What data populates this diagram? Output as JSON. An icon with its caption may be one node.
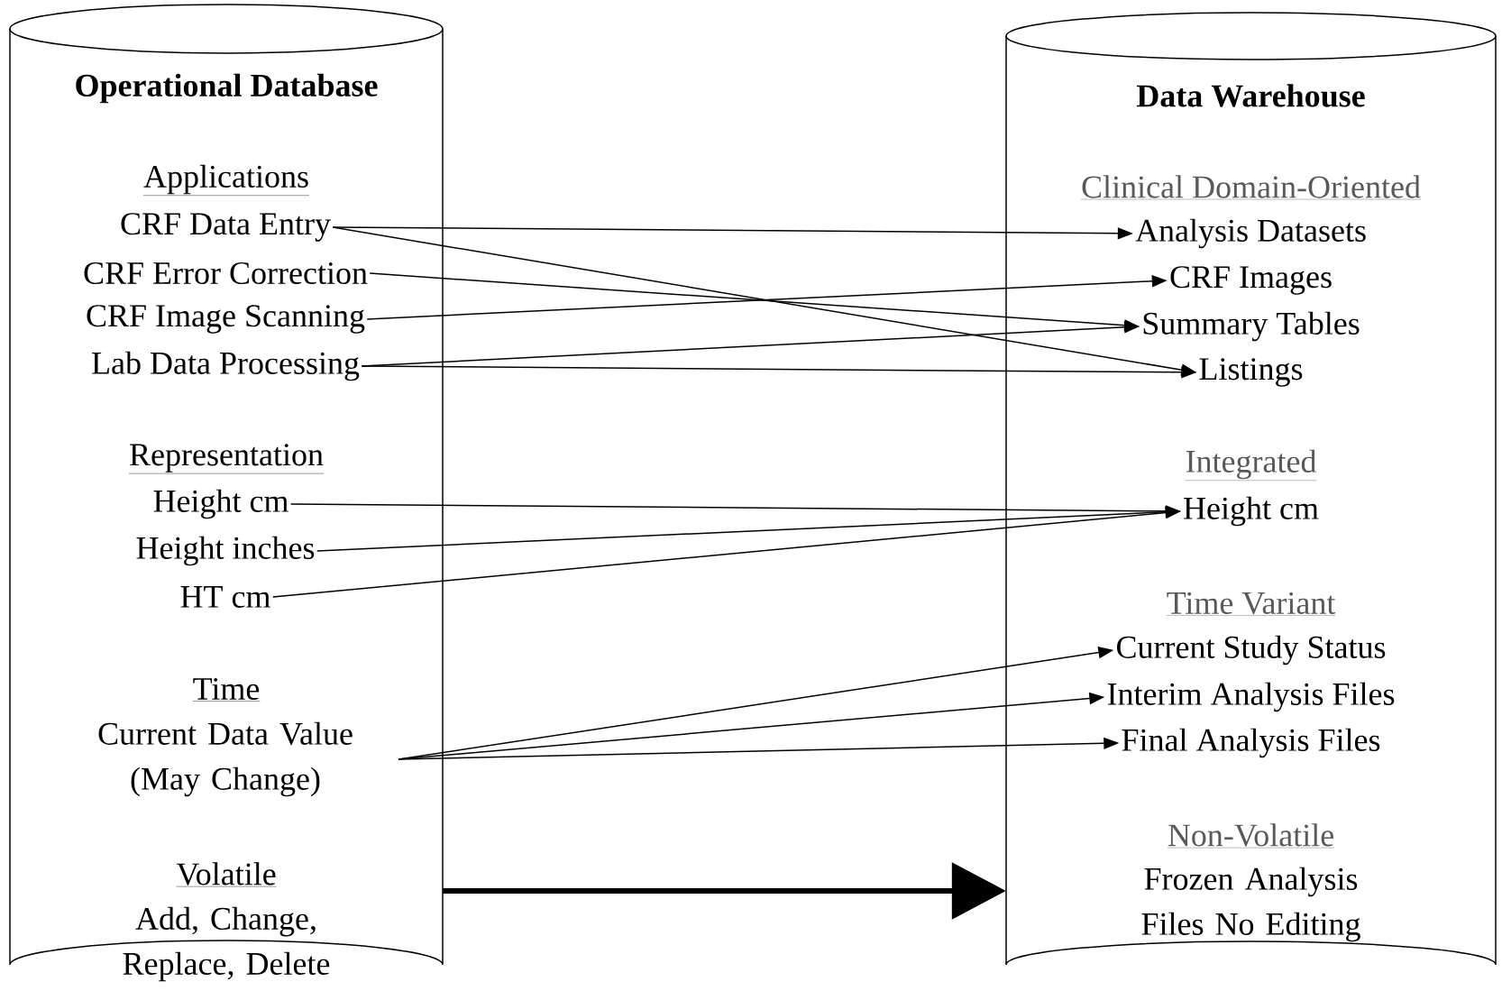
{
  "diagram": {
    "nodes": [
      {
        "text": [
          "Operational Database",
          "Applications",
          "Representation",
          "Time",
          "Volatile",
          "Add, Change, Replace, Delete"
        ]
      },
      {
        "text": [
          "Data Warehouse",
          "Clinical Domain-Oriented",
          "Integrated",
          "Time Variant",
          "Non-Volatile",
          "Frozen Analysis Files No Editing"
        ]
      },
      {
        "text": [
          "CRF Data Entry"
        ],
        "in": 0
      },
      {
        "text": [
          "CRF Error Correction"
        ],
        "in": 0
      },
      {
        "text": [
          "CRF Image Scanning"
        ],
        "in": 0
      },
      {
        "text": [
          "Lab Data Processing"
        ],
        "in": 0
      },
      {
        "text": [
          "Height cm"
        ],
        "in": 0
      },
      {
        "text": [
          "Height inches"
        ],
        "in": 0
      },
      {
        "text": [
          "HT cm"
        ],
        "in": 0
      },
      {
        "text": [
          "Current Data Value (May Change)"
        ],
        "in": 0
      },
      {
        "text": [
          "Analysis Datasets"
        ],
        "in": 1
      },
      {
        "text": [
          "CRF Images"
        ],
        "in": 1
      },
      {
        "text": [
          "Summary Tables"
        ],
        "in": 1
      },
      {
        "text": [
          "Listings"
        ],
        "in": 1
      },
      {
        "text": [
          "Height cm"
        ],
        "in": 1
      },
      {
        "text": [
          "Current Study Status"
        ],
        "in": 1
      },
      {
        "text": [
          "Interim Analysis Files"
        ],
        "in": 1
      },
      {
        "text": [
          "Final Analysis Files"
        ],
        "in": 1
      }
    ],
    "edges": [
      {
        "from": 2,
        "to": 10,
        "arrow": "to"
      },
      {
        "from": 2,
        "to": 13,
        "arrow": "to"
      },
      {
        "from": 3,
        "to": 12,
        "arrow": "to"
      },
      {
        "from": 4,
        "to": 11,
        "arrow": "to"
      },
      {
        "from": 5,
        "to": 12,
        "arrow": "to"
      },
      {
        "from": 5,
        "to": 13,
        "arrow": "to"
      },
      {
        "from": 6,
        "to": 14,
        "arrow": "to"
      },
      {
        "from": 7,
        "to": 14,
        "arrow": "to"
      },
      {
        "from": 8,
        "to": 14,
        "arrow": "to"
      },
      {
        "from": 9,
        "to": 15,
        "arrow": "to"
      },
      {
        "from": 9,
        "to": 16,
        "arrow": "to"
      },
      {
        "from": 9,
        "to": 17,
        "arrow": "to"
      },
      {
        "from": 0,
        "to": 1,
        "arrow": "to",
        "style": "thick"
      }
    ]
  }
}
